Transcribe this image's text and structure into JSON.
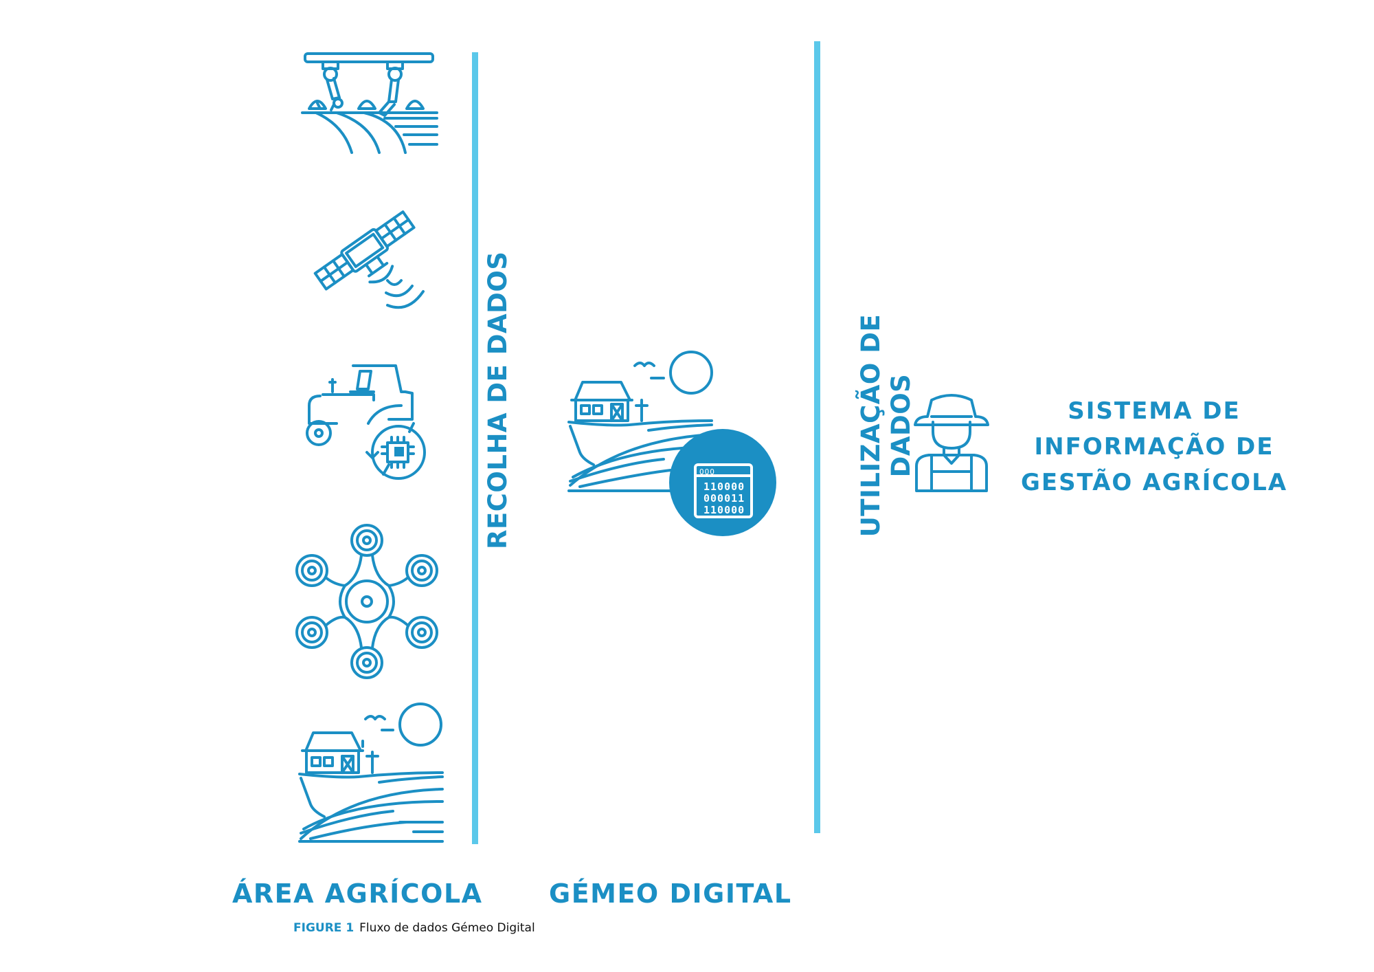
{
  "columns": {
    "area_agricola": "ÁREA AGRÍCOLA",
    "gemeo_digital": "GÉMEO DIGITAL"
  },
  "flow_labels": {
    "recolha": "RECOLHA DE DADOS",
    "utilizacao_line1": "UTILIZAÇÃO DE",
    "utilizacao_line2": "DADOS"
  },
  "system": {
    "line1": "SISTEMA DE",
    "line2": "INFORMAÇÃO DE",
    "line3": "GESTÃO AGRÍCOLA"
  },
  "digital_twin_screen": {
    "header": "OOO",
    "row1": "110000",
    "row2": "000011",
    "row3": "110000"
  },
  "caption": {
    "figure": "FIGURE 1",
    "text": "Fluxo de dados Gémeo Digital"
  },
  "colors": {
    "primary": "#1b8fc4",
    "line": "#5bc8ea"
  }
}
